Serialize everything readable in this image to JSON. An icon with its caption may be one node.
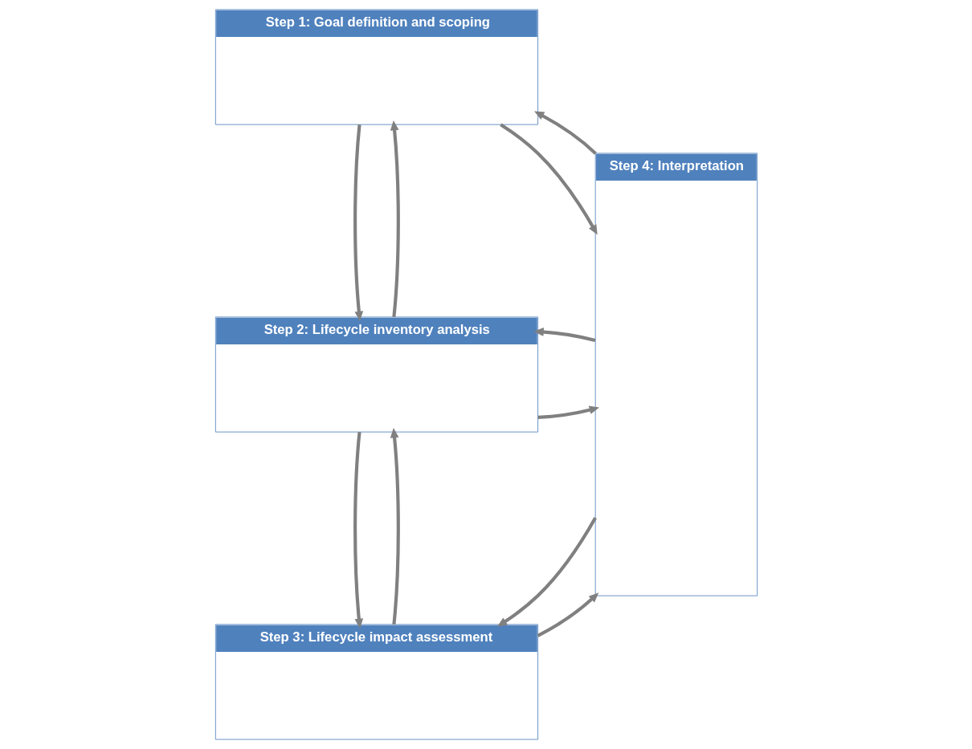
{
  "diagram": {
    "nodes": [
      {
        "text": [
          "Step 1: Goal definition and scoping"
        ]
      },
      {
        "text": [
          "Step 2: Lifecycle inventory analysis"
        ]
      },
      {
        "text": [
          "Step 3: Lifecycle impact assessment"
        ]
      },
      {
        "text": [
          "Step 4: Interpretation"
        ]
      }
    ],
    "edges": [
      {
        "from": 0,
        "to": 1,
        "arrow": "to"
      },
      {
        "from": 1,
        "to": 0,
        "arrow": "to"
      },
      {
        "from": 1,
        "to": 2,
        "arrow": "to"
      },
      {
        "from": 2,
        "to": 1,
        "arrow": "to"
      },
      {
        "from": 0,
        "to": 3,
        "arrow": "to"
      },
      {
        "from": 3,
        "to": 0,
        "arrow": "to"
      },
      {
        "from": 1,
        "to": 3,
        "arrow": "to"
      },
      {
        "from": 3,
        "to": 1,
        "arrow": "to"
      },
      {
        "from": 2,
        "to": 3,
        "arrow": "to"
      },
      {
        "from": 3,
        "to": 2,
        "arrow": "to"
      }
    ]
  }
}
